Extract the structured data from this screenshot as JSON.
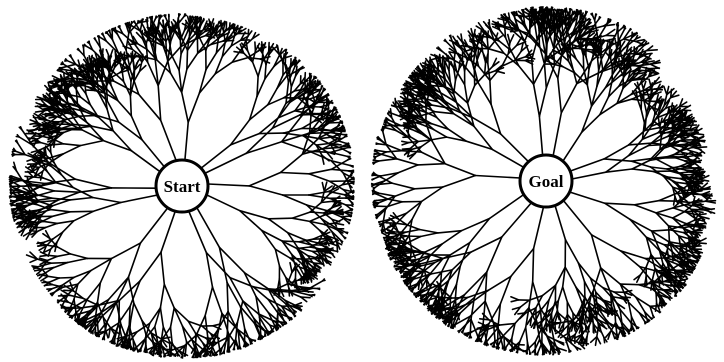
{
  "trees": [
    {
      "id": "start",
      "label": "Start",
      "seed": 7
    },
    {
      "id": "goal",
      "label": "Goal",
      "seed": 31
    }
  ],
  "colors": {
    "stroke": "#000000",
    "background": "#ffffff"
  }
}
